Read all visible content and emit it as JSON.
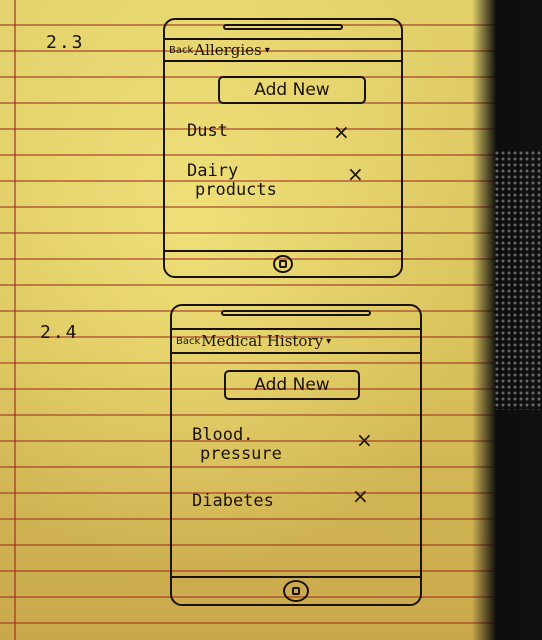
{
  "sketch_1": {
    "step": "2.3",
    "back": "Back",
    "title": "Allergies",
    "add_new": "Add New",
    "items": [
      {
        "line1": "Dust",
        "line2": ""
      },
      {
        "line1": "Dairy",
        "line2": "products"
      }
    ],
    "delete_glyph": "×"
  },
  "sketch_2": {
    "step": "2.4",
    "back": "Back",
    "title": "Medical History",
    "add_new": "Add New",
    "items": [
      {
        "line1": "Blood.",
        "line2": "pressure"
      },
      {
        "line1": "Diabetes",
        "line2": ""
      }
    ],
    "delete_glyph": "×"
  }
}
